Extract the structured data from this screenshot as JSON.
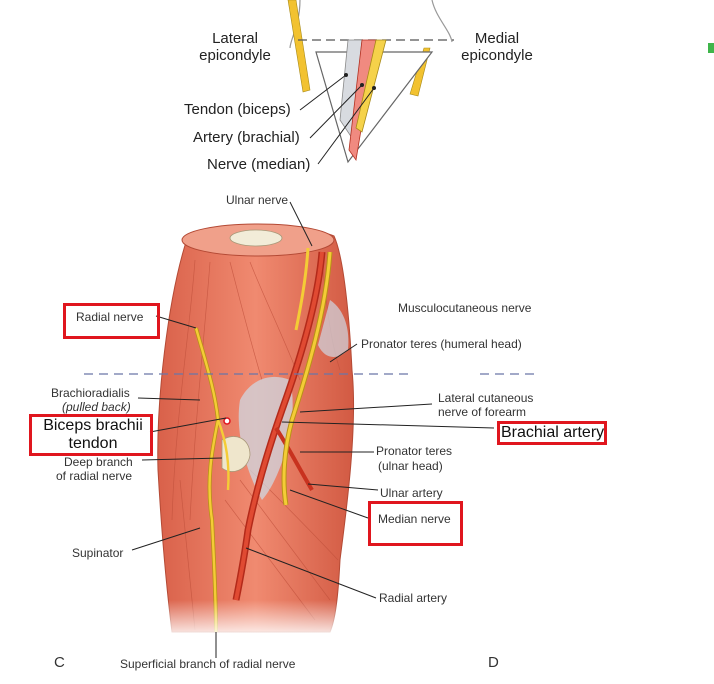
{
  "top_view": {
    "lateral_epicondyle": "Lateral\nepicondyle",
    "medial_epicondyle": "Medial\nepicondyle",
    "tendon": "Tendon (biceps)",
    "artery": "Artery (brachial)",
    "nerve": "Nerve (median)"
  },
  "main_view": {
    "ulnar_nerve": "Ulnar nerve",
    "musculocutaneous_nerve": "Musculocutaneous nerve",
    "radial_nerve": "Radial nerve",
    "pronator_teres_humeral": "Pronator teres (humeral head)",
    "brachioradialis": "Brachioradialis",
    "pulled_back": "(pulled back)",
    "lateral_cutaneous_1": "Lateral cutaneous",
    "lateral_cutaneous_2": "nerve of forearm",
    "biceps_tendon": "Biceps brachii\ntendon",
    "brachial_artery": "Brachial artery",
    "deep_branch_1": "Deep branch",
    "deep_branch_2": "of radial nerve",
    "pronator_teres_ulnar_1": "Pronator teres",
    "pronator_teres_ulnar_2": "(ulnar head)",
    "ulnar_artery": "Ulnar artery",
    "median_nerve": "Median nerve",
    "supinator": "Supinator",
    "radial_artery": "Radial artery",
    "superficial_branch": "Superficial branch of radial nerve",
    "panel_c": "C",
    "panel_d": "D"
  },
  "colors": {
    "muscle": "#e8735a",
    "muscle_dark": "#c9553f",
    "tendon": "#c7ccd4",
    "artery": "#d93a26",
    "nerve": "#f2c230",
    "highlight_box": "#e0161e",
    "dashed_line": "#6a76a8"
  }
}
